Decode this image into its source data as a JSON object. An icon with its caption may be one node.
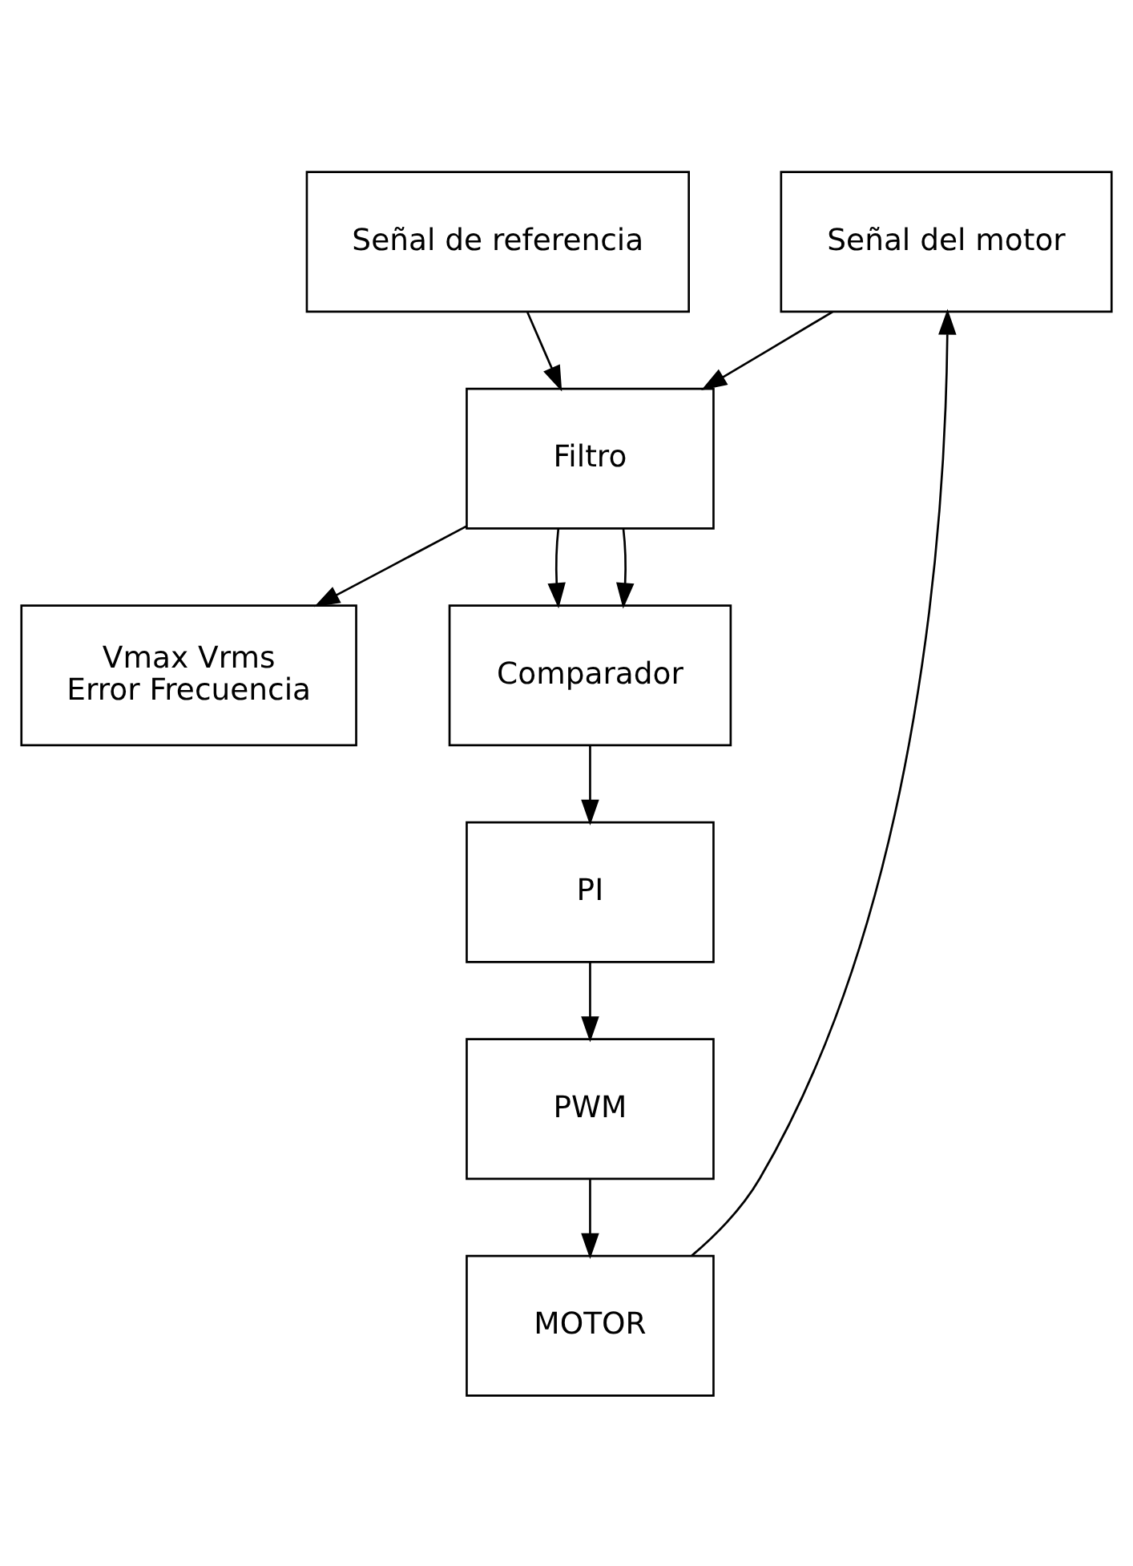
{
  "diagram": {
    "nodes": [
      {
        "text": [
          "Señal de referencia"
        ]
      },
      {
        "text": [
          "Señal del motor"
        ]
      },
      {
        "text": [
          "Filtro"
        ]
      },
      {
        "text": [
          "Vmax Vrms",
          "Error Frecuencia"
        ]
      },
      {
        "text": [
          "Comparador"
        ]
      },
      {
        "text": [
          "PI"
        ]
      },
      {
        "text": [
          "PWM"
        ]
      },
      {
        "text": [
          "MOTOR"
        ]
      }
    ],
    "edges": [
      {
        "from": 0,
        "to": 2,
        "arrow": "to"
      },
      {
        "from": 1,
        "to": 2,
        "arrow": "to"
      },
      {
        "from": 2,
        "to": 4,
        "arrow": "to"
      },
      {
        "from": 2,
        "to": 4,
        "arrow": "to"
      },
      {
        "from": 2,
        "to": 3,
        "arrow": "to"
      },
      {
        "from": 4,
        "to": 5,
        "arrow": "to"
      },
      {
        "from": 5,
        "to": 6,
        "arrow": "to"
      },
      {
        "from": 6,
        "to": 7,
        "arrow": "to"
      },
      {
        "from": 7,
        "to": 1,
        "arrow": "to"
      }
    ]
  }
}
